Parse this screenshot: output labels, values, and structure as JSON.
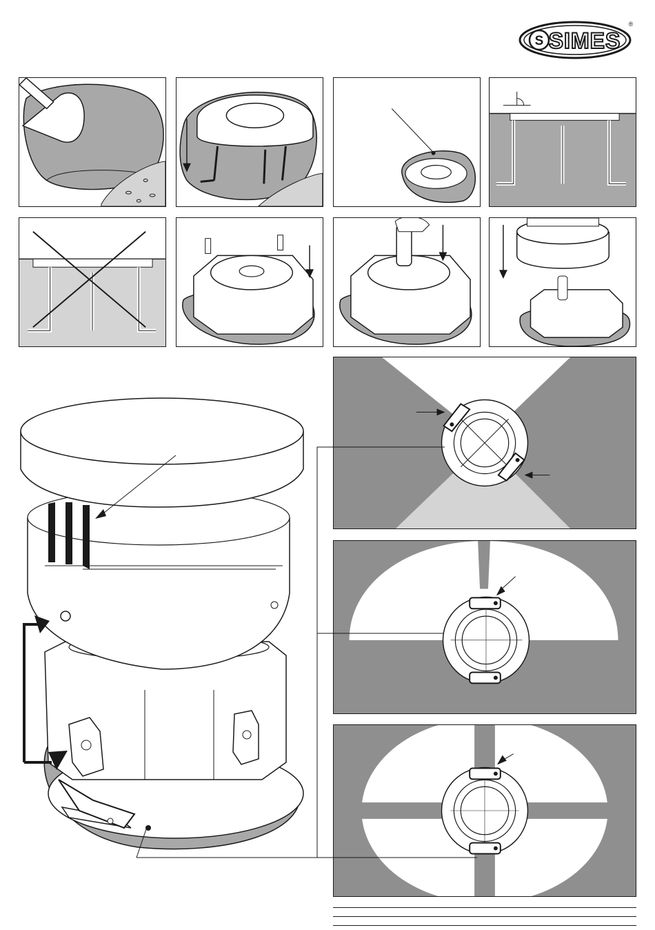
{
  "brand": {
    "name": "SIMES",
    "mark": "S",
    "registered": "®"
  },
  "steps": [
    {
      "id": "step-1",
      "description_icon": "trowel-concrete-icon"
    },
    {
      "id": "step-2",
      "description_icon": "insert-frame-icon"
    },
    {
      "id": "step-3",
      "description_icon": "frame-in-concrete-icon"
    },
    {
      "id": "step-4",
      "description_icon": "level-check-icon"
    },
    {
      "id": "step-5",
      "description_icon": "wrong-install-icon"
    },
    {
      "id": "step-6",
      "description_icon": "screw-body-icon"
    },
    {
      "id": "step-7",
      "description_icon": "insert-lamp-icon"
    },
    {
      "id": "step-8",
      "description_icon": "close-cover-icon"
    }
  ],
  "orientation_options": [
    {
      "id": "double-beam",
      "description_icon": "double-beam-icon"
    },
    {
      "id": "wide-beam",
      "description_icon": "wide-beam-icon"
    },
    {
      "id": "cross-beam",
      "description_icon": "cross-beam-icon"
    }
  ],
  "colors": {
    "line": "#1a1a1a",
    "concrete": "#a8a8a8",
    "ground": "#d4d4d4",
    "beam_dark": "#8f8f8f"
  }
}
